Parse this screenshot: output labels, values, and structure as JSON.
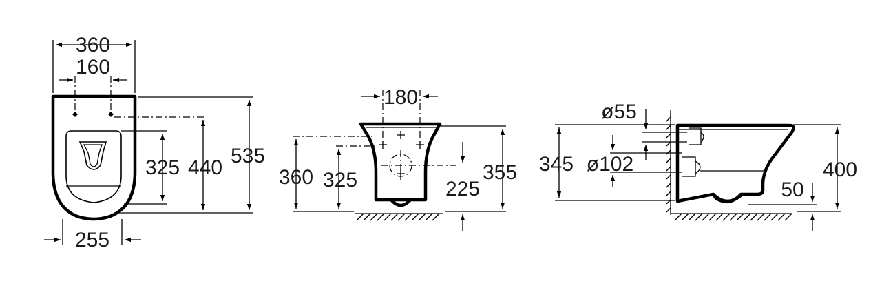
{
  "front_view": {
    "width_total": "360",
    "width_fixing": "160",
    "width_bottom": "255",
    "height_325": "325",
    "height_440": "440",
    "height_535": "535"
  },
  "rear_view": {
    "width_180": "180",
    "height_360": "360",
    "height_325": "325",
    "height_225": "225",
    "height_355": "355"
  },
  "side_view": {
    "dia_55": "ø55",
    "dia_102": "ø102",
    "height_345": "345",
    "height_400": "400",
    "dim_50": "50"
  }
}
